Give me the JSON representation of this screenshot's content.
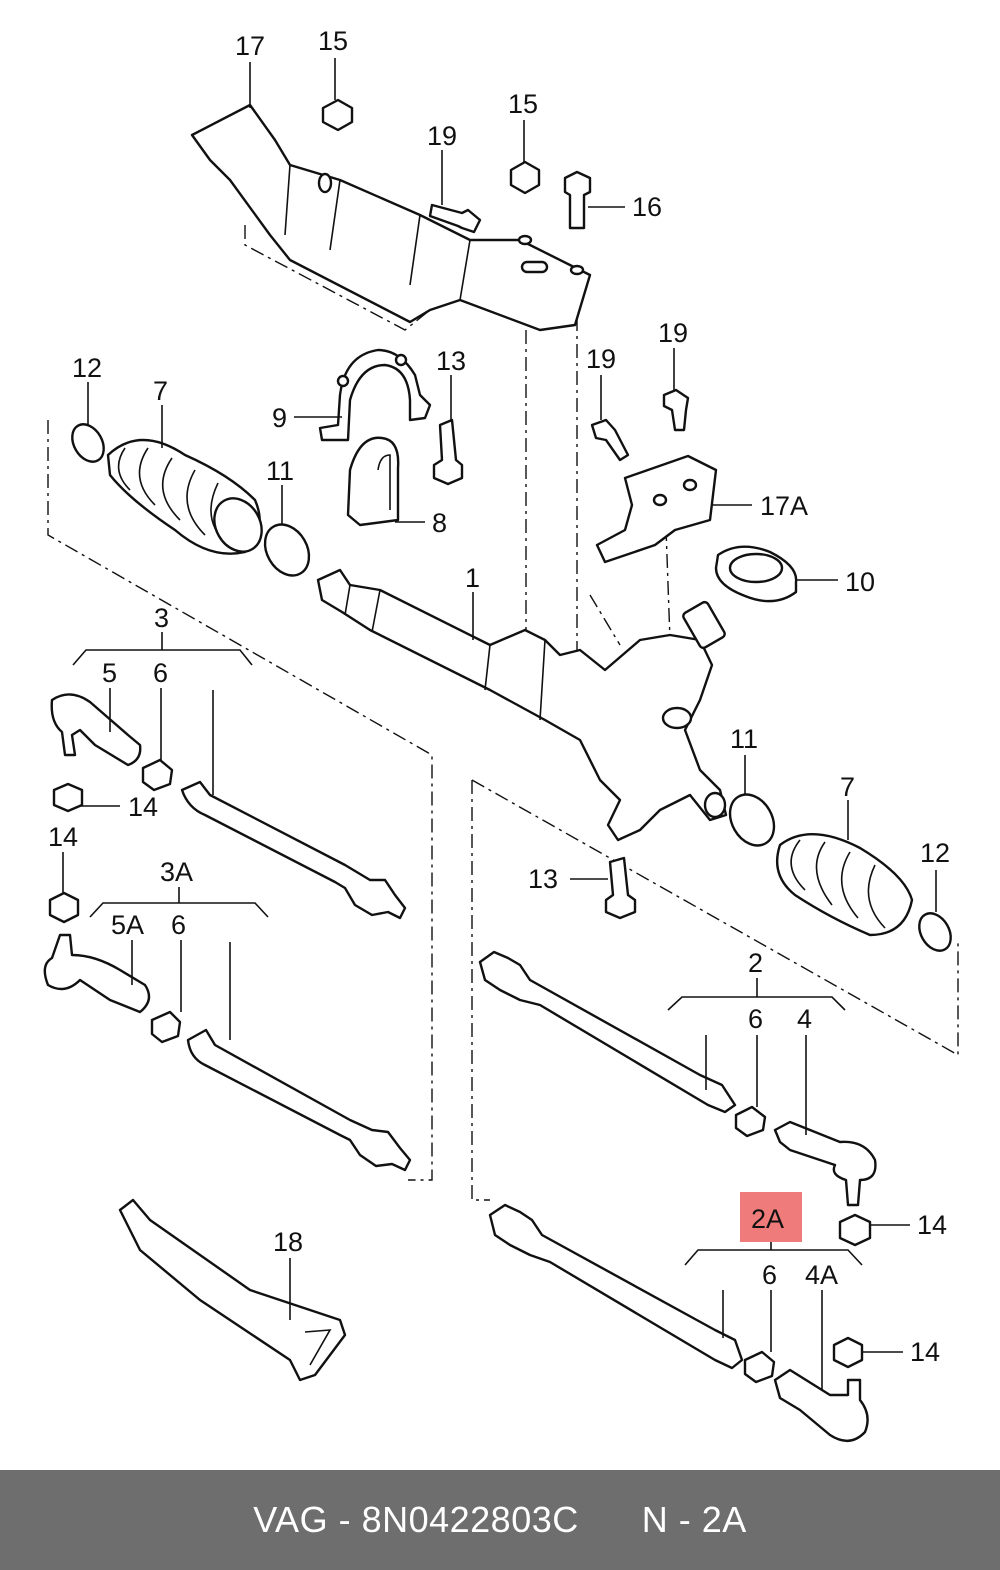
{
  "labels": {
    "l17": "17",
    "l15a": "15",
    "l15b": "15",
    "l19a": "19",
    "l16": "16",
    "l12a": "12",
    "l7a": "7",
    "l13a": "13",
    "l9": "9",
    "l19b": "19",
    "l19c": "19",
    "l11a": "11",
    "l8": "8",
    "l17a": "17A",
    "l1": "1",
    "l10": "10",
    "l3": "3",
    "l5": "5",
    "l6a": "6",
    "l14a": "14",
    "l11b": "11",
    "l7b": "7",
    "l14b": "14",
    "l3a": "3A",
    "l13b": "13",
    "l12b": "12",
    "l5a": "5A",
    "l6b": "6",
    "l2": "2",
    "l6c": "6",
    "l4": "4",
    "l14c": "14",
    "l18": "18",
    "l2a": "2A",
    "l6d": "6",
    "l4a": "4A",
    "l14d": "14"
  },
  "highlight_color": "#f07b7b",
  "footer": {
    "brand": "VAG - 8N0422803C",
    "position": "N - 2A"
  }
}
